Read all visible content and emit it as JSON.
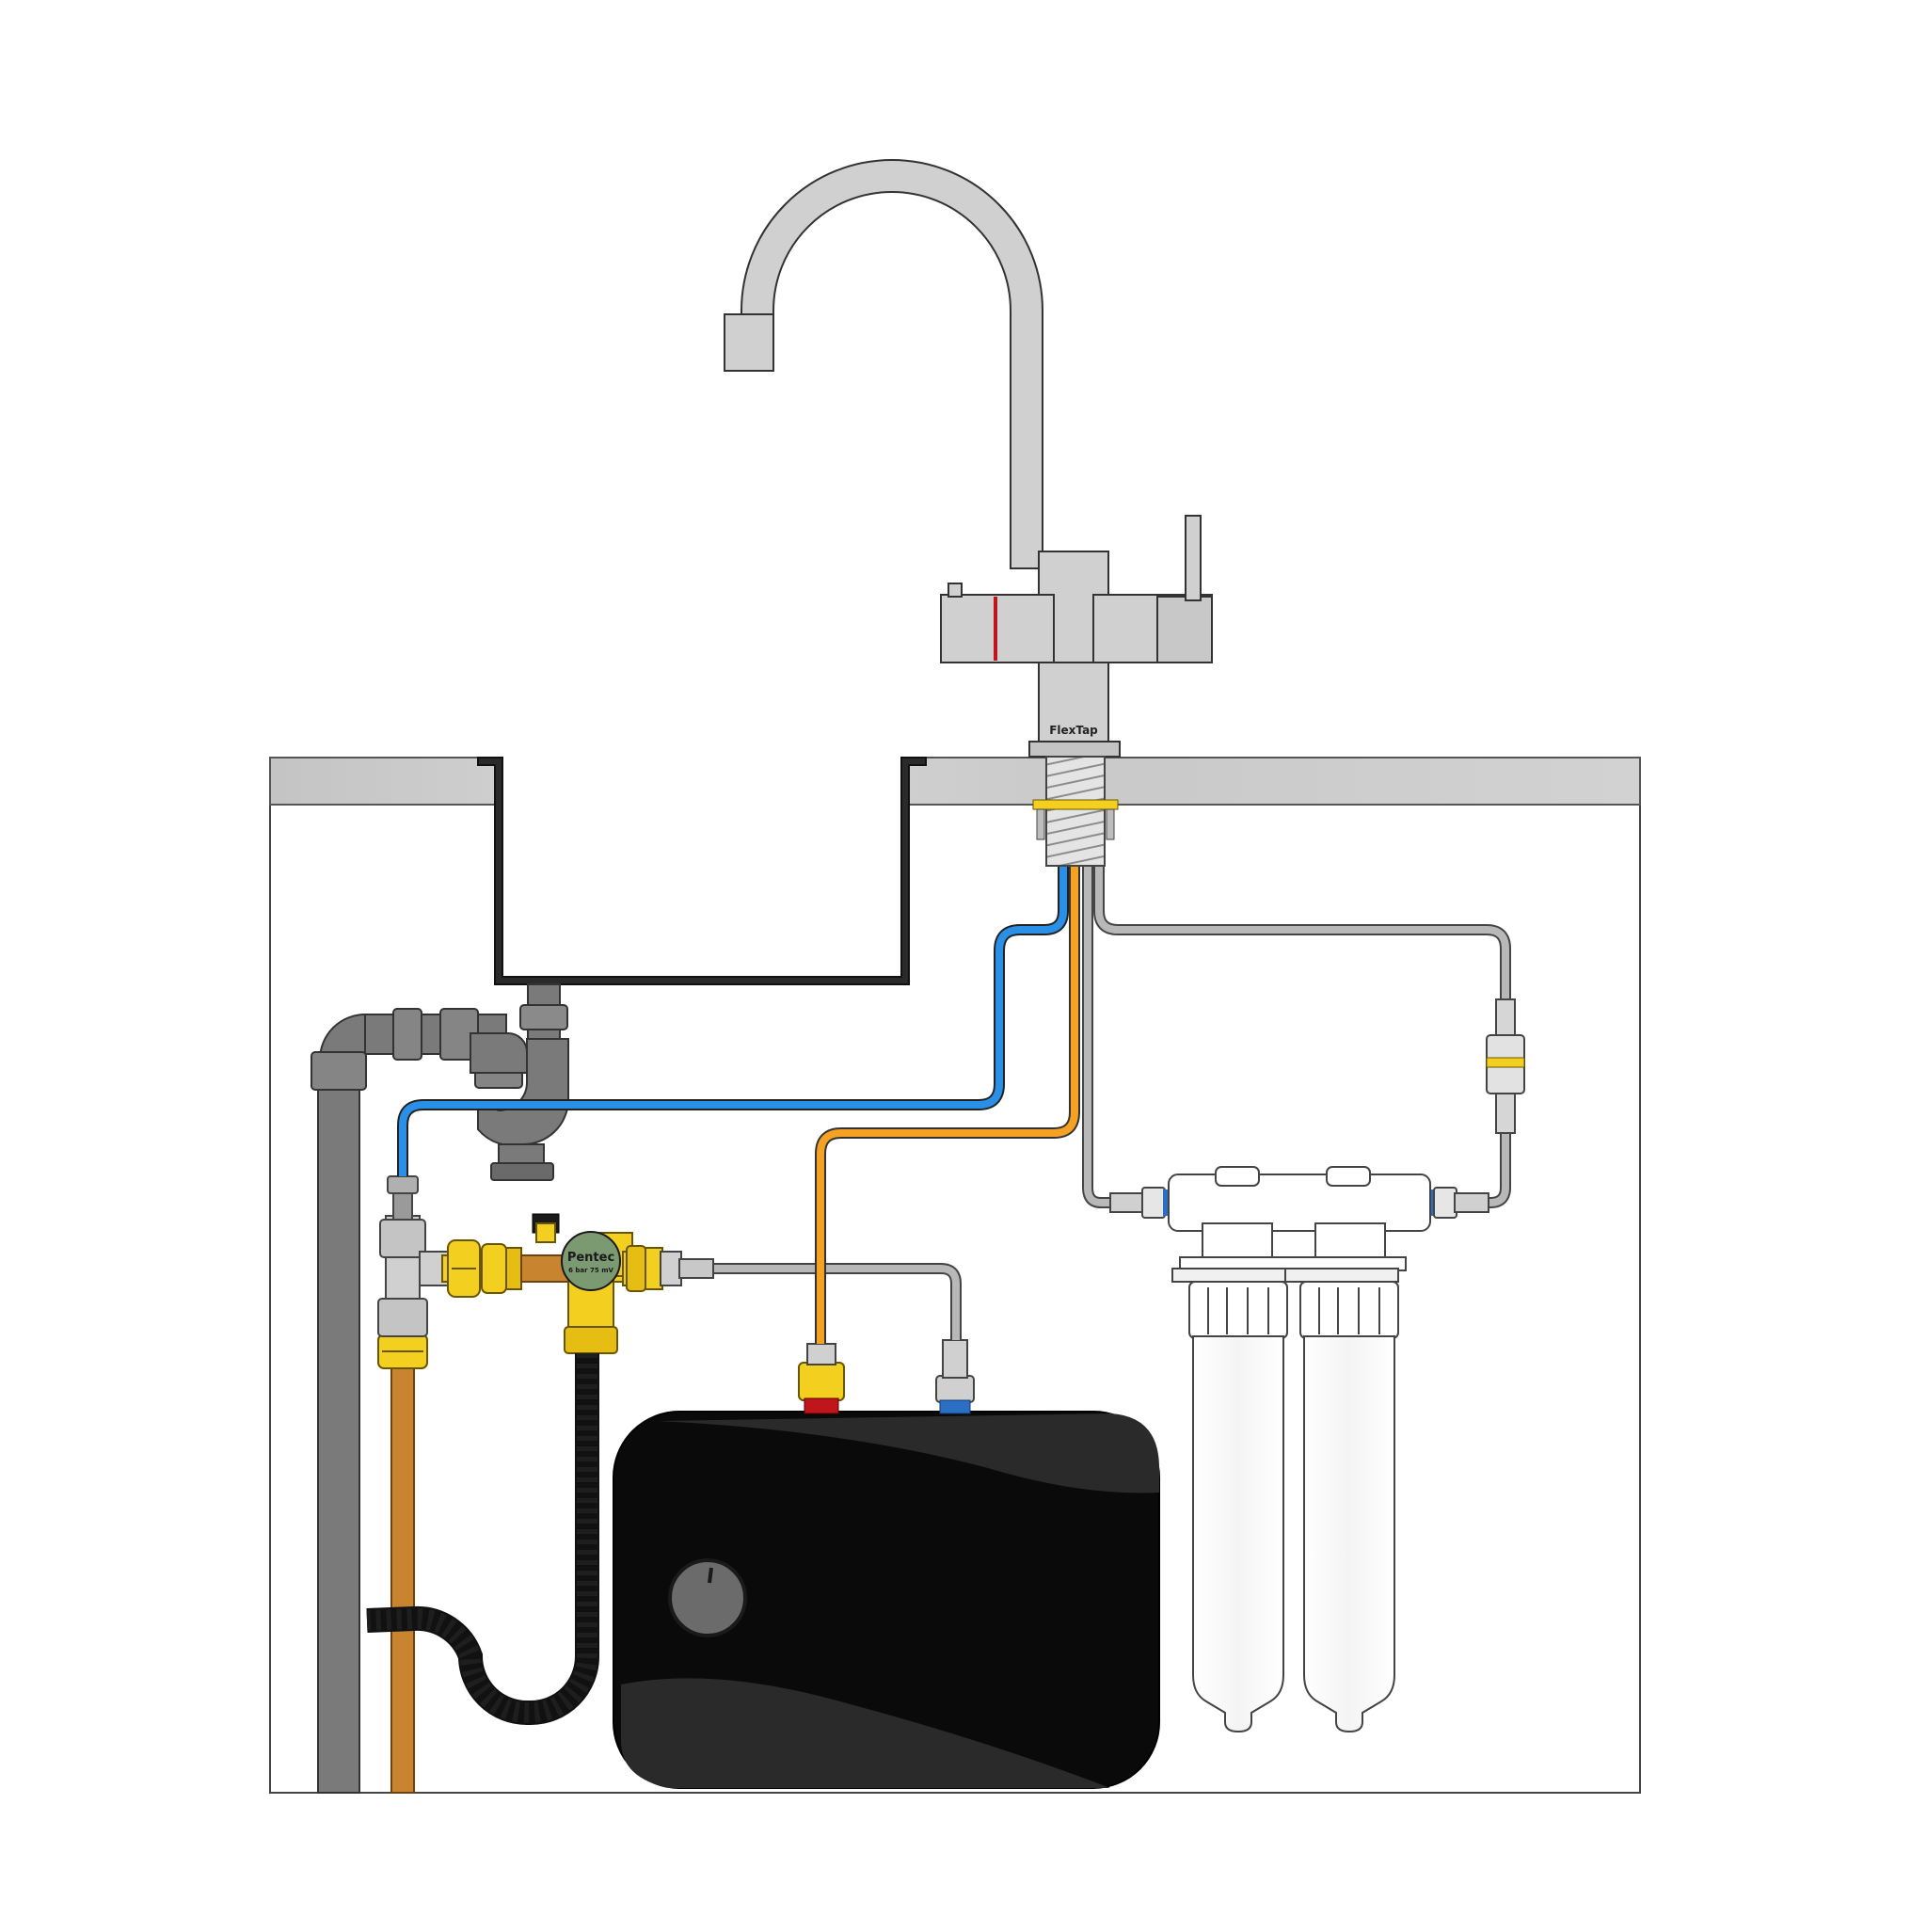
{
  "labels": {
    "tap_brand": "FlexTap",
    "valve_brand": "Pentec",
    "valve_rating": "6 bar 75 mV"
  },
  "colors": {
    "cold_water": "#2a8fe6",
    "hot_water": "#f4a124",
    "filtered_water": "#b8b8b8",
    "copper_supply": "#c8842e",
    "waste_pipe": "#7a7a7a",
    "brass_fitting": "#f3cf1f",
    "tank_body": "#0a0a0a",
    "chrome": "#d0d0d0",
    "indicator_red": "#c0161b",
    "valve_cap": "#7c9a72"
  },
  "icons": {
    "tap": "boiling-water-tap-icon",
    "tank": "hot-water-tank-icon",
    "filter": "water-filter-icon",
    "valve": "pressure-reducing-valve-icon"
  }
}
